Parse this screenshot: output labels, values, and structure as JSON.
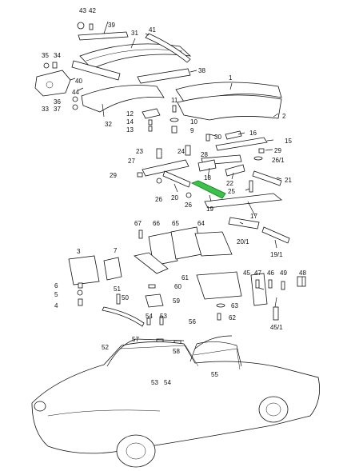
{
  "highlight_color": "#3cc24a",
  "highlighted_part": "19",
  "callouts": {
    "n1": "1",
    "n2": "2",
    "n3": "3",
    "n4": "4",
    "n5": "5",
    "n6": "6",
    "n7": "7",
    "n9": "9",
    "n10": "10",
    "n11": "11",
    "n12": "12",
    "n13": "13",
    "n14": "14",
    "n15": "15",
    "n16": "16",
    "n17": "17",
    "n18": "18",
    "n19": "19",
    "n20": "20",
    "n20_1": "20/1",
    "n21": "21",
    "n22": "22",
    "n23": "23",
    "n24": "24",
    "n25": "25",
    "n26a": "26",
    "n26b": "26",
    "n26_1": "26/1",
    "n27": "27",
    "n28": "28",
    "n29a": "29",
    "n29b": "29",
    "n30": "30",
    "n31": "31",
    "n32": "32",
    "n33": "33",
    "n34": "34",
    "n35": "35",
    "n36": "36",
    "n37": "37",
    "n38": "38",
    "n39": "39",
    "n40": "40",
    "n41": "41",
    "n42": "42",
    "n43": "43",
    "n44": "44",
    "n45": "45",
    "n45_1": "45/1",
    "n46": "46",
    "n47": "47",
    "n48": "48",
    "n49": "49",
    "n50": "50",
    "n51": "51",
    "n52": "52",
    "n53a": "53",
    "n53b": "53",
    "n54a": "54",
    "n54b": "54",
    "n55": "55",
    "n56": "56",
    "n57": "57",
    "n58": "58",
    "n59": "59",
    "n60": "60",
    "n61": "61",
    "n62": "62",
    "n63": "63",
    "n64": "64",
    "n65": "65",
    "n66": "66",
    "n67": "67",
    "n19_1": "19/1"
  }
}
